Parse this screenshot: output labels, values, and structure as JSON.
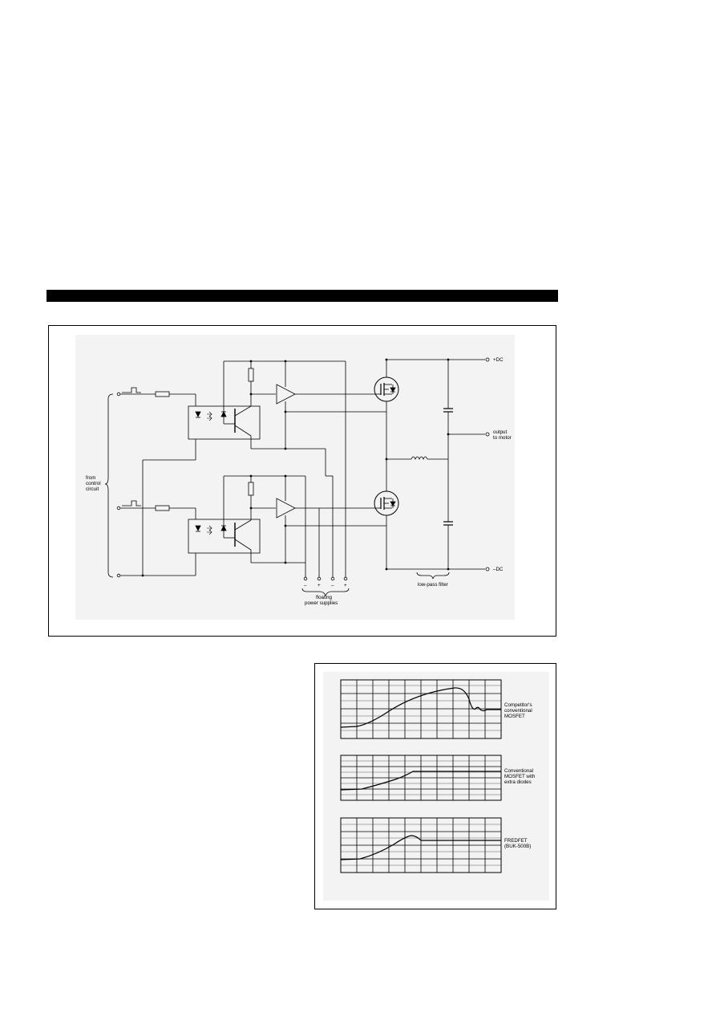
{
  "header_bar_color": "#000000",
  "schematic": {
    "labels": {
      "plus_dc": "+DC",
      "minus_dc": "–DC",
      "output_line1": "output",
      "output_line2": "to motor",
      "control_line1": "from",
      "control_line2": "control",
      "control_line3": "circuit",
      "psu_line1": "floating",
      "psu_line2": "power supplies",
      "filter": "low-pass filter",
      "psu_signs": [
        "–",
        "+",
        "–",
        "+"
      ]
    }
  },
  "waveforms": {
    "traces": [
      {
        "label_lines": [
          "Competitor's",
          "conventional",
          "MOSFET"
        ],
        "shape": "overshoot-then-ringing"
      },
      {
        "label_lines": [
          "Conventional",
          "MOSFET with",
          "extra diodes"
        ],
        "shape": "ramp-then-flat"
      },
      {
        "label_lines": [
          "FREDFET",
          "(BUK-500B)"
        ],
        "shape": "small-overshoot"
      }
    ]
  }
}
